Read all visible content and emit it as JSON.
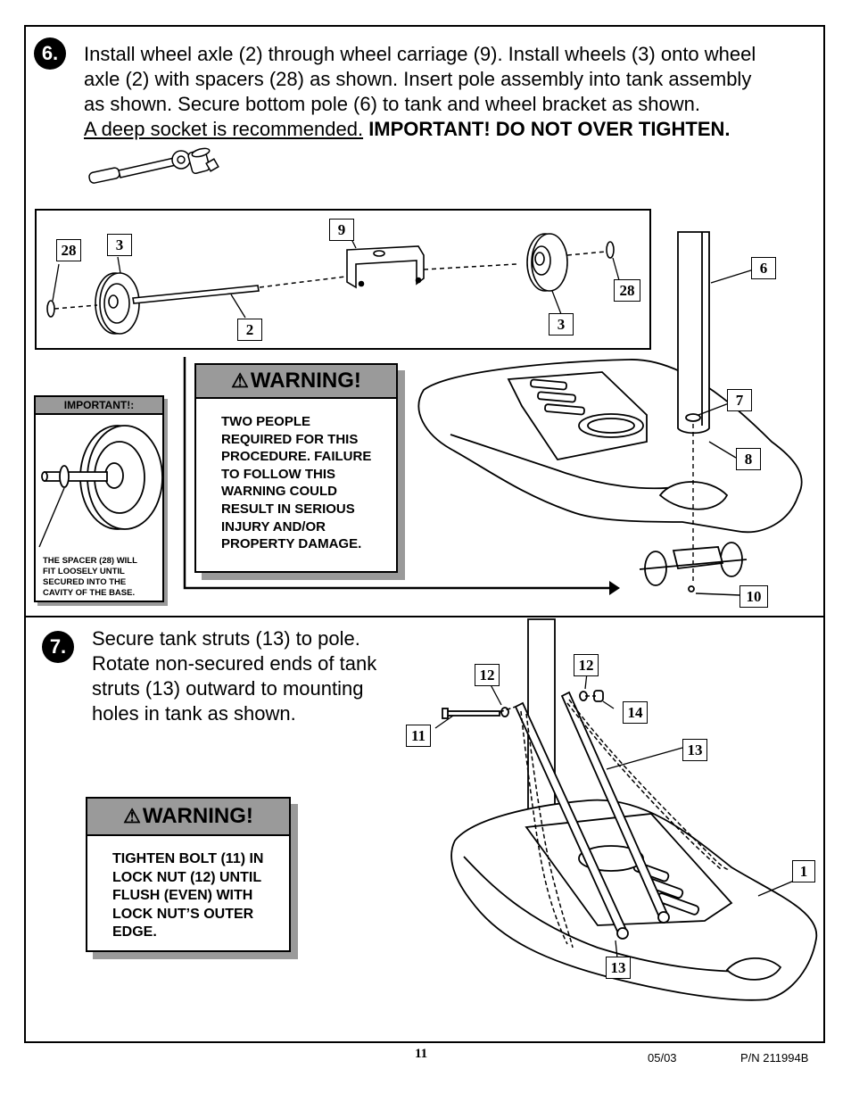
{
  "step6": {
    "number": "6.",
    "line1": "Install wheel axle (2) through wheel carriage (9). Install wheels (3) onto wheel",
    "line2": "axle (2) with spacers (28) as shown. Insert pole assembly into tank assembly",
    "line3": "as shown.  Secure bottom pole (6) to tank and wheel bracket as shown.",
    "underline": "A deep socket is recommended.",
    "important": "IMPORTANT! DO NOT OVER TIGHTEN."
  },
  "step7": {
    "number": "7.",
    "line1": "Secure tank struts (13) to pole.",
    "line2": "Rotate non-secured ends of tank",
    "line3": "struts (13) outward to mounting",
    "line4": "holes in tank as shown."
  },
  "warning1": {
    "title": "WARNING!",
    "lines": [
      "TWO PEOPLE",
      "REQUIRED FOR THIS",
      "PROCEDURE.  FAILURE",
      "TO FOLLOW THIS",
      "WARNING COULD",
      "RESULT IN SERIOUS",
      "INJURY AND/OR",
      "PROPERTY DAMAGE."
    ]
  },
  "warning2": {
    "title": "WARNING!",
    "lines": [
      "TIGHTEN BOLT (11) IN",
      "LOCK NUT (12) UNTIL",
      "FLUSH (EVEN) WITH",
      "LOCK NUT’S OUTER",
      "EDGE."
    ]
  },
  "important_box": {
    "title": "IMPORTANT!:",
    "lines": [
      "THE SPACER (28) WILL",
      "FIT LOOSELY UNTIL",
      "SECURED INTO THE",
      "CAVITY OF THE BASE."
    ]
  },
  "part_labels": {
    "p28a": "28",
    "p3a": "3",
    "p9": "9",
    "p28b": "28",
    "p3b": "3",
    "p2": "2",
    "p6": "6",
    "p7": "7",
    "p8": "8",
    "p10": "10",
    "p12a": "12",
    "p12b": "12",
    "p14": "14",
    "p11": "11",
    "p13a": "13",
    "p1": "1",
    "p13b": "13"
  },
  "footer": {
    "page": "11",
    "date": "05/03",
    "part_number": "P/N 211994B"
  }
}
